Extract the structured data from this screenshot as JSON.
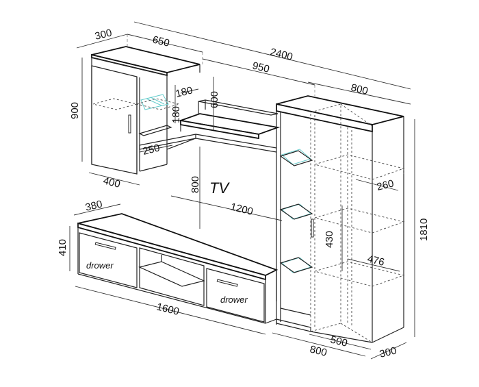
{
  "diagram": {
    "tv_label": "TV",
    "labels": {
      "drawer_left": "drower",
      "drawer_right": "drower"
    },
    "dimensions": {
      "total_width": "2400",
      "upper_cabinet_width": "650",
      "upper_cabinet_depth": "300",
      "tv_shelf_width": "950",
      "tall_cabinet_width": "800",
      "upper_cabinet_height": "900",
      "shelf_depth": "180",
      "shelf_height_a": "180",
      "tv_shelf_height": "600",
      "small_shelf_width": "250",
      "upper_cabinet_base_width": "400",
      "tv_clearance": "800",
      "tv_opening_width": "1200",
      "lowboard_depth": "380",
      "lowboard_height": "410",
      "lowboard_width": "1600",
      "tall_shelf_depth": "260",
      "tall_cabinet_height": "1810",
      "tall_door_section": "430",
      "tall_inner_width": "476",
      "tall_base_width": "800",
      "tall_door_width": "500",
      "tall_depth": "300"
    }
  }
}
